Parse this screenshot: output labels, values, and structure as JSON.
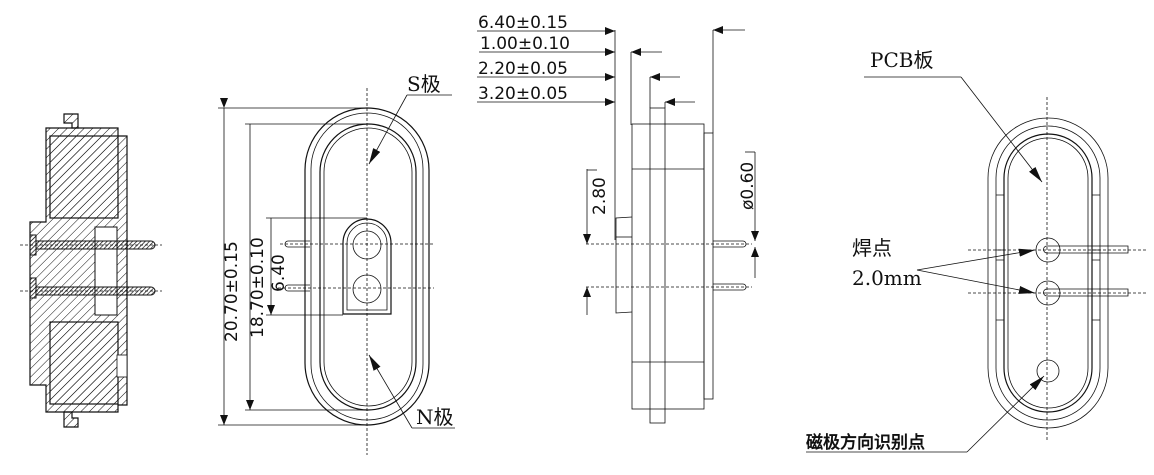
{
  "drawing": {
    "title": "Magnetic sensor component dimension drawing",
    "views": {
      "section_view": {
        "name": "Cross-section view"
      },
      "front_view": {
        "labels": {
          "s_pole": "S极",
          "n_pole": "N极"
        },
        "dimensions": {
          "overall_height": "20.70±0.15",
          "inner_height": "18.70±0.10",
          "pin_pitch": "6.40"
        }
      },
      "side_view": {
        "dimensions": {
          "d1": "6.40±0.15",
          "d2": "1.00±0.10",
          "d3": "2.20±0.05",
          "d4": "3.20±0.05",
          "pin_spacing": "2.80",
          "pin_diameter": "ø0.60"
        }
      },
      "rear_view": {
        "labels": {
          "pcb": "PCB板",
          "solder_point": "焊点",
          "solder_size": "2.0mm",
          "orientation_mark": "磁极方向识别点"
        }
      }
    },
    "colors": {
      "line": "#111111",
      "background": "#ffffff"
    }
  }
}
